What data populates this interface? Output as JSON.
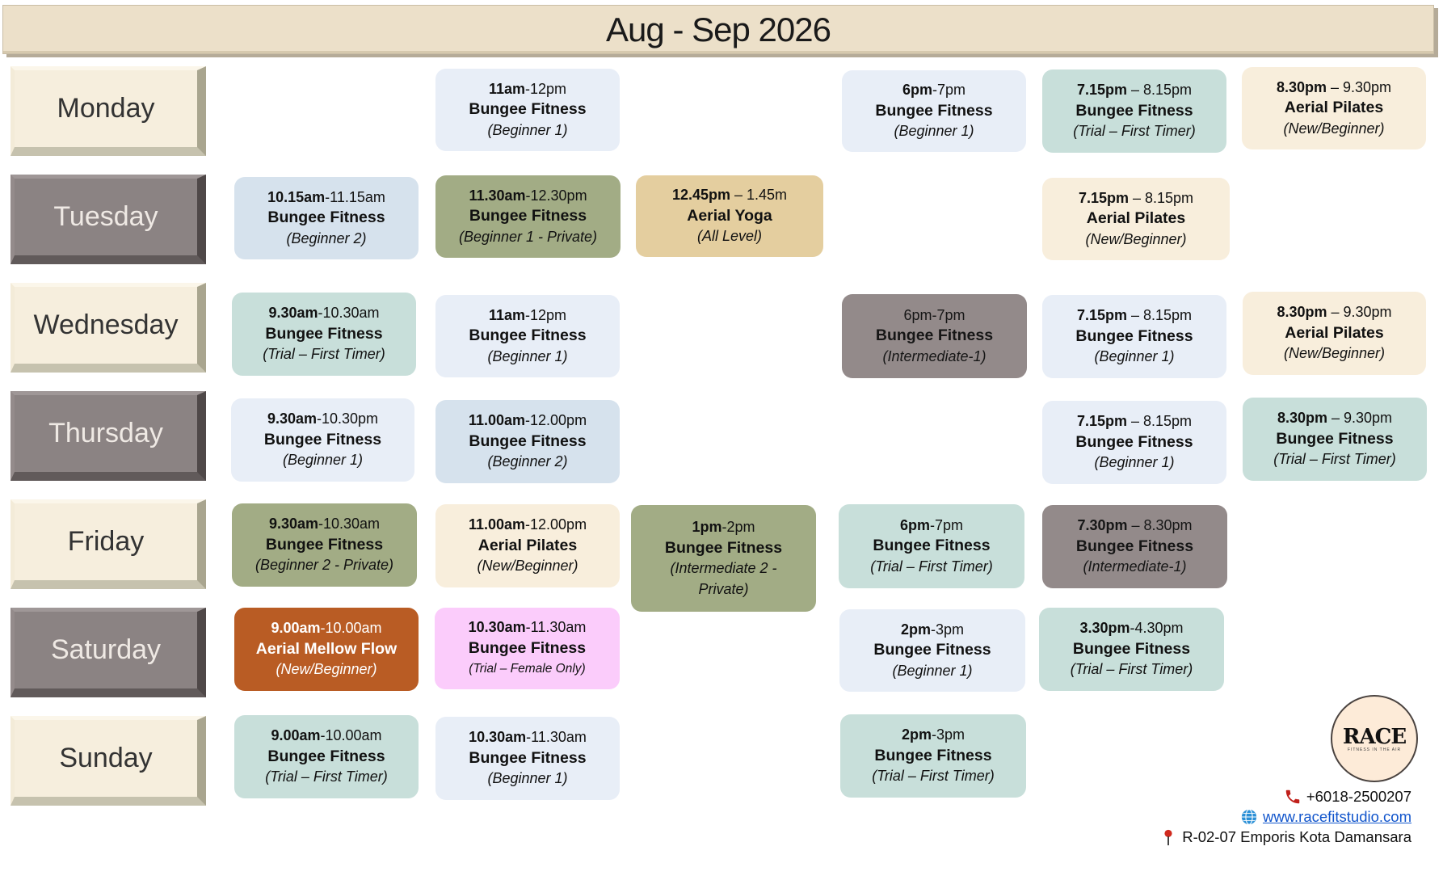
{
  "title": "Aug - Sep 2026",
  "days": [
    "Monday",
    "Tuesday",
    "Wednesday",
    "Thursday",
    "Friday",
    "Saturday",
    "Sunday"
  ],
  "classes": [
    {
      "day": "Monday",
      "bold_start": "11am",
      "rest_time": "-12pm",
      "name": "Bungee Fitness",
      "level": "(Beginner 1)",
      "color": "#e8eef7"
    },
    {
      "day": "Monday",
      "bold_start": "6pm",
      "rest_time": "-7pm",
      "name": "Bungee Fitness",
      "level": "(Beginner 1)",
      "color": "#e8eef7"
    },
    {
      "day": "Monday",
      "bold_start": "7.15pm",
      "rest_time": " – 8.15pm",
      "name": "Bungee Fitness",
      "level": "(Trial – First Timer)",
      "color": "#c8dfda"
    },
    {
      "day": "Monday",
      "bold_start": "8.30pm",
      "rest_time": " – 9.30pm",
      "name": "Aerial Pilates",
      "level": "(New/Beginner)",
      "color": "#f8eedc"
    },
    {
      "day": "Tuesday",
      "bold_start": "10.15am",
      "rest_time": "-11.15am",
      "name": "Bungee Fitness",
      "level": "(Beginner 2)",
      "color": "#d6e2ed"
    },
    {
      "day": "Tuesday",
      "bold_start": "11.30am",
      "rest_time": "-12.30pm",
      "name": "Bungee Fitness",
      "level": "(Beginner 1 - Private)",
      "color": "#a2ac85"
    },
    {
      "day": "Tuesday",
      "bold_start": "12.45pm",
      "rest_time": " – 1.45m",
      "name": "Aerial  Yoga",
      "level": "(All Level)",
      "color": "#e4ce9f"
    },
    {
      "day": "Tuesday",
      "bold_start": "7.15pm",
      "rest_time": " – 8.15pm",
      "name": "Aerial Pilates",
      "level": "(New/Beginner)",
      "color": "#f8eedc"
    },
    {
      "day": "Wednesday",
      "bold_start": "9.30am",
      "rest_time": "-10.30am",
      "name": "Bungee Fitness",
      "level": "(Trial – First Timer)",
      "color": "#c8dfda"
    },
    {
      "day": "Wednesday",
      "bold_start": "11am",
      "rest_time": "-12pm",
      "name": "Bungee Fitness",
      "level": "(Beginner 1)",
      "color": "#e8eef7"
    },
    {
      "day": "Wednesday",
      "bold_start": "",
      "rest_time": "6pm-7pm",
      "name": "Bungee Fitness",
      "level": "(Intermediate-1)",
      "color": "#938a8a"
    },
    {
      "day": "Wednesday",
      "bold_start": "7.15pm",
      "rest_time": " – 8.15pm",
      "name": "Bungee Fitness",
      "level": "(Beginner 1)",
      "color": "#e8eef7"
    },
    {
      "day": "Wednesday",
      "bold_start": "8.30pm",
      "rest_time": " – 9.30pm",
      "name": "Aerial Pilates",
      "level": "(New/Beginner)",
      "color": "#f8eedc"
    },
    {
      "day": "Thursday",
      "bold_start": "9.30am",
      "rest_time": "-10.30pm",
      "name": "Bungee Fitness",
      "level": "(Beginner 1)",
      "color": "#e8eef7"
    },
    {
      "day": "Thursday",
      "bold_start": "11.00am",
      "rest_time": "-12.00pm",
      "name": "Bungee Fitness",
      "level": "(Beginner 2)",
      "color": "#d6e2ed"
    },
    {
      "day": "Thursday",
      "bold_start": "7.15pm",
      "rest_time": " – 8.15pm",
      "name": "Bungee Fitness",
      "level": "(Beginner 1)",
      "color": "#e8eef7"
    },
    {
      "day": "Thursday",
      "bold_start": "8.30pm",
      "rest_time": " – 9.30pm",
      "name": "Bungee Fitness",
      "level": "(Trial – First Timer)",
      "color": "#c8dfda"
    },
    {
      "day": "Friday",
      "bold_start": "9.30am",
      "rest_time": "-10.30am",
      "name": "Bungee Fitness",
      "level": "(Beginner 2 - Private)",
      "color": "#a2ac85"
    },
    {
      "day": "Friday",
      "bold_start": "11.00am",
      "rest_time": "-12.00pm",
      "name": "Aerial Pilates",
      "level": "(New/Beginner)",
      "color": "#f8eedc"
    },
    {
      "day": "Friday",
      "bold_start": "1pm",
      "rest_time": "-2pm",
      "name": "Bungee Fitness",
      "level": "(Intermediate 2 - Private)",
      "color": "#a2ac85"
    },
    {
      "day": "Friday",
      "bold_start": "6pm",
      "rest_time": "-7pm",
      "name": "Bungee Fitness",
      "level": "(Trial – First Timer)",
      "color": "#c8dfda"
    },
    {
      "day": "Friday",
      "bold_start": "7.30pm",
      "rest_time": " – 8.30pm",
      "name": "Bungee Fitness",
      "level": "(Intermediate-1)",
      "color": "#938a8a"
    },
    {
      "day": "Saturday",
      "bold_start": "9.00am",
      "rest_time": "-10.00am",
      "name": "Aerial Mellow Flow",
      "level": "(New/Beginner)",
      "color": "#b95c24"
    },
    {
      "day": "Saturday",
      "bold_start": "10.30am",
      "rest_time": "-11.30am",
      "name": "Bungee Fitness",
      "level": "(Trial – Female Only)",
      "color": "#fbccfb"
    },
    {
      "day": "Saturday",
      "bold_start": "2pm",
      "rest_time": "-3pm",
      "name": "Bungee Fitness",
      "level": "(Beginner 1)",
      "color": "#e8eef7"
    },
    {
      "day": "Saturday",
      "bold_start": "3.30pm",
      "rest_time": "-4.30pm",
      "name": "Bungee Fitness",
      "level": "(Trial – First Timer)",
      "color": "#c8dfda"
    },
    {
      "day": "Sunday",
      "bold_start": "9.00am",
      "rest_time": "-10.00am",
      "name": "Bungee Fitness",
      "level": "(Trial – First Timer)",
      "color": "#c8dfda"
    },
    {
      "day": "Sunday",
      "bold_start": "10.30am",
      "rest_time": "-11.30am",
      "name": "Bungee Fitness",
      "level": "(Beginner 1)",
      "color": "#e8eef7"
    },
    {
      "day": "Sunday",
      "bold_start": "2pm",
      "rest_time": "-3pm",
      "name": "Bungee Fitness",
      "level": "(Trial – First Timer)",
      "color": "#c8dfda"
    }
  ],
  "logo": {
    "text": "RACE",
    "tagline": "FITNESS IN THE AIR"
  },
  "contact": {
    "phone": "+6018-2500207",
    "website": "www.racefitstudio.com",
    "address": "R-02-07 Emporis Kota Damansara"
  },
  "icons": [
    "phone-icon",
    "globe-icon",
    "location-pin-icon"
  ]
}
